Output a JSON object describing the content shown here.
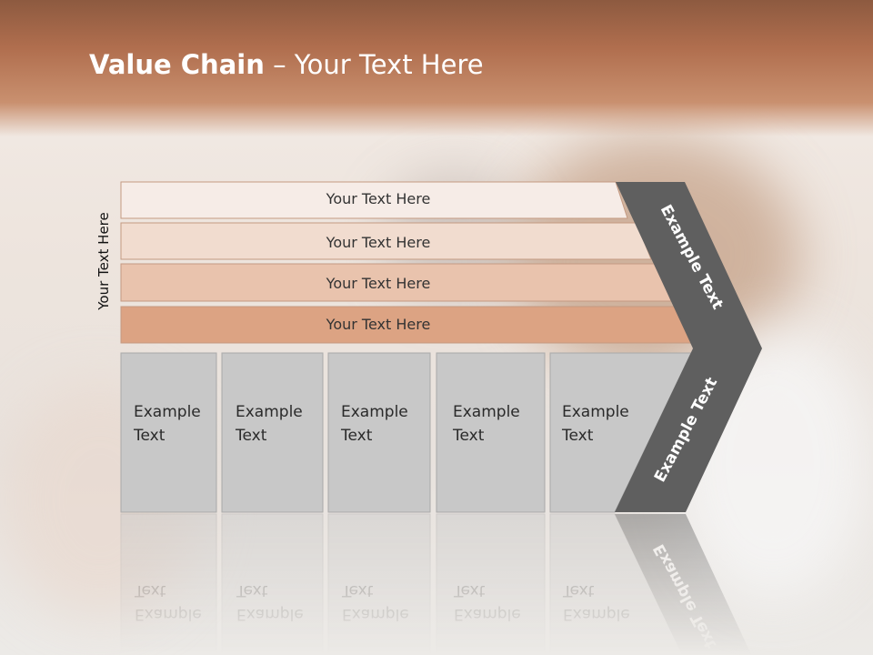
{
  "title": {
    "bold": "Value Chain",
    "rest": " – Your Text Here"
  },
  "side_label": "Your Text Here",
  "bars": [
    {
      "label": "Your Text Here",
      "color": "#f6ece7"
    },
    {
      "label": "Your Text Here",
      "color": "#f1dccf"
    },
    {
      "label": "Your Text Here",
      "color": "#e9c3ad"
    },
    {
      "label": "Your Text Here",
      "color": "#dca383"
    }
  ],
  "boxes": [
    {
      "label": "Example\nText"
    },
    {
      "label": "Example\nText"
    },
    {
      "label": "Example\nText"
    },
    {
      "label": "Example\nText"
    },
    {
      "label": "Example\nText"
    }
  ],
  "arrow_upper_label": "Example Text",
  "arrow_lower_label": "Example Text",
  "colors": {
    "header": "#b06e4e",
    "boxes": "#c8c8c8",
    "arrow": "#5f5f5f"
  }
}
